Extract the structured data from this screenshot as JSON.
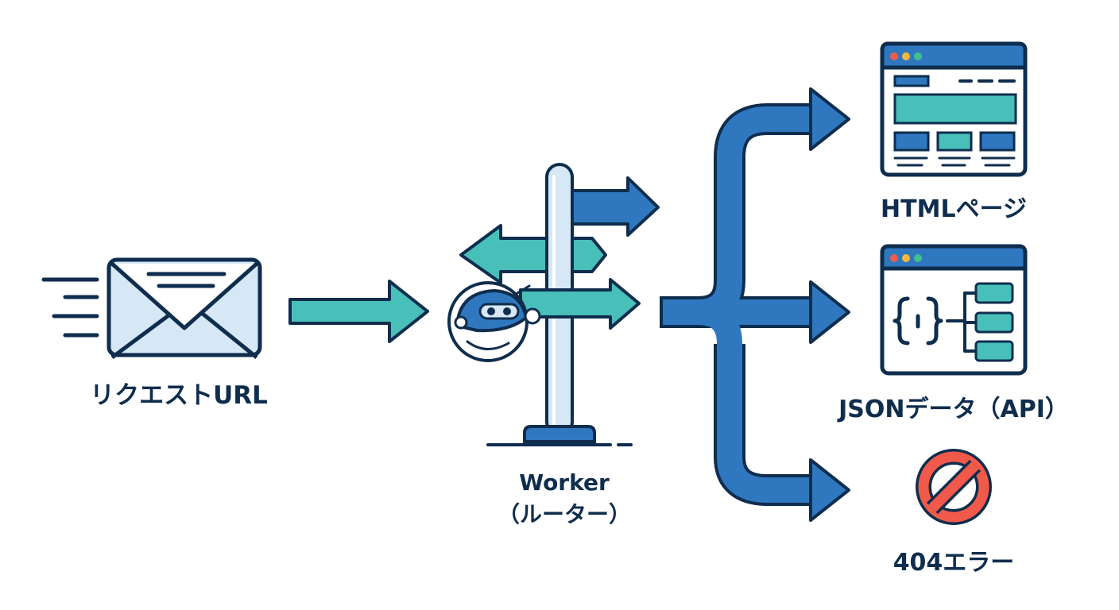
{
  "nodes": {
    "request": {
      "label": "リクエストURL"
    },
    "worker": {
      "label_line1": "Worker",
      "label_line2": "（ルーター）"
    },
    "html": {
      "label": "HTMLページ"
    },
    "json": {
      "label": "JSONデータ（API）"
    },
    "error": {
      "label": "404エラー"
    }
  },
  "icons": {
    "request": "envelope-icon",
    "worker": "signpost-robot-icon",
    "html": "browser-window-icon",
    "json": "json-tree-icon",
    "error": "prohibited-icon"
  },
  "colors": {
    "navy": "#0f2d4d",
    "blue": "#2f78c0",
    "teal": "#48bfb9",
    "light_blue": "#d6e8f6",
    "red": "#f15a4a",
    "window_red": "#ef5b4c",
    "window_yellow": "#f5b83d",
    "window_green": "#3fc08f"
  }
}
